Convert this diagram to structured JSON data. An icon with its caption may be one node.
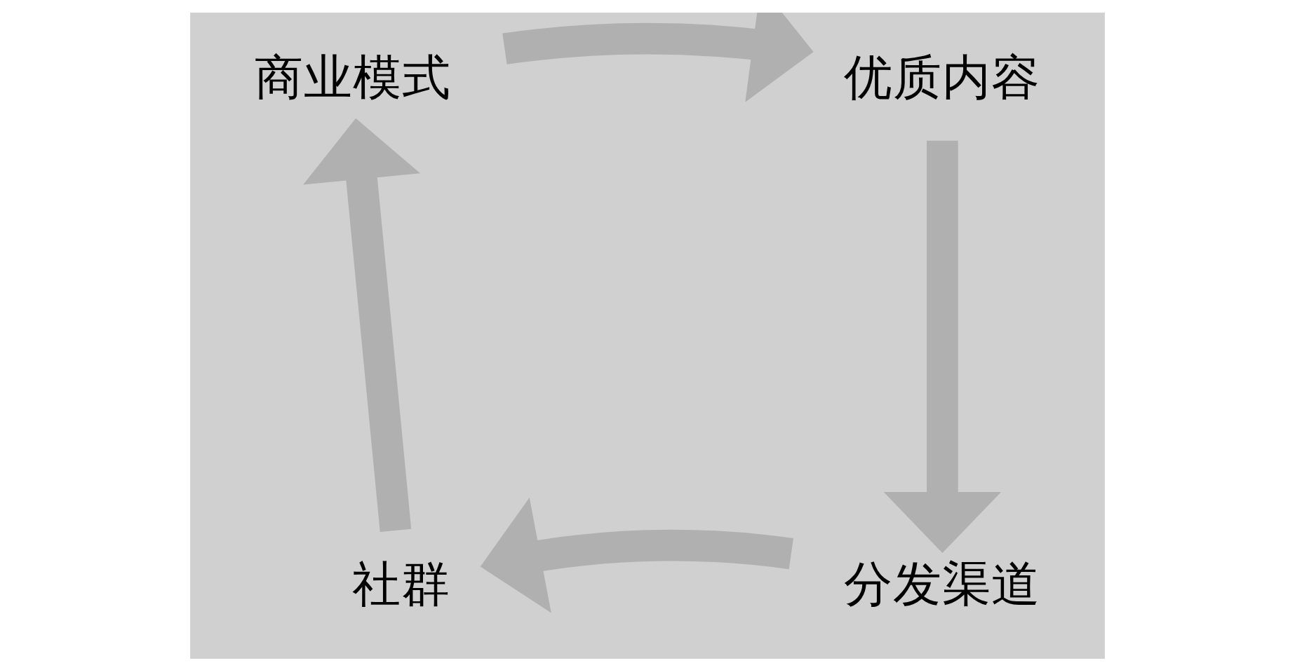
{
  "diagram": {
    "nodes": [
      {
        "text": [
          "商业模式"
        ]
      },
      {
        "text": [
          "优质内容"
        ]
      },
      {
        "text": [
          "分发渠道"
        ]
      },
      {
        "text": [
          "社群"
        ]
      }
    ],
    "edges": [
      {
        "from": 0,
        "to": 1,
        "arrow": "to"
      },
      {
        "from": 1,
        "to": 2,
        "arrow": "to"
      },
      {
        "from": 2,
        "to": 3,
        "arrow": "to"
      },
      {
        "from": 3,
        "to": 0,
        "arrow": "to"
      }
    ]
  }
}
